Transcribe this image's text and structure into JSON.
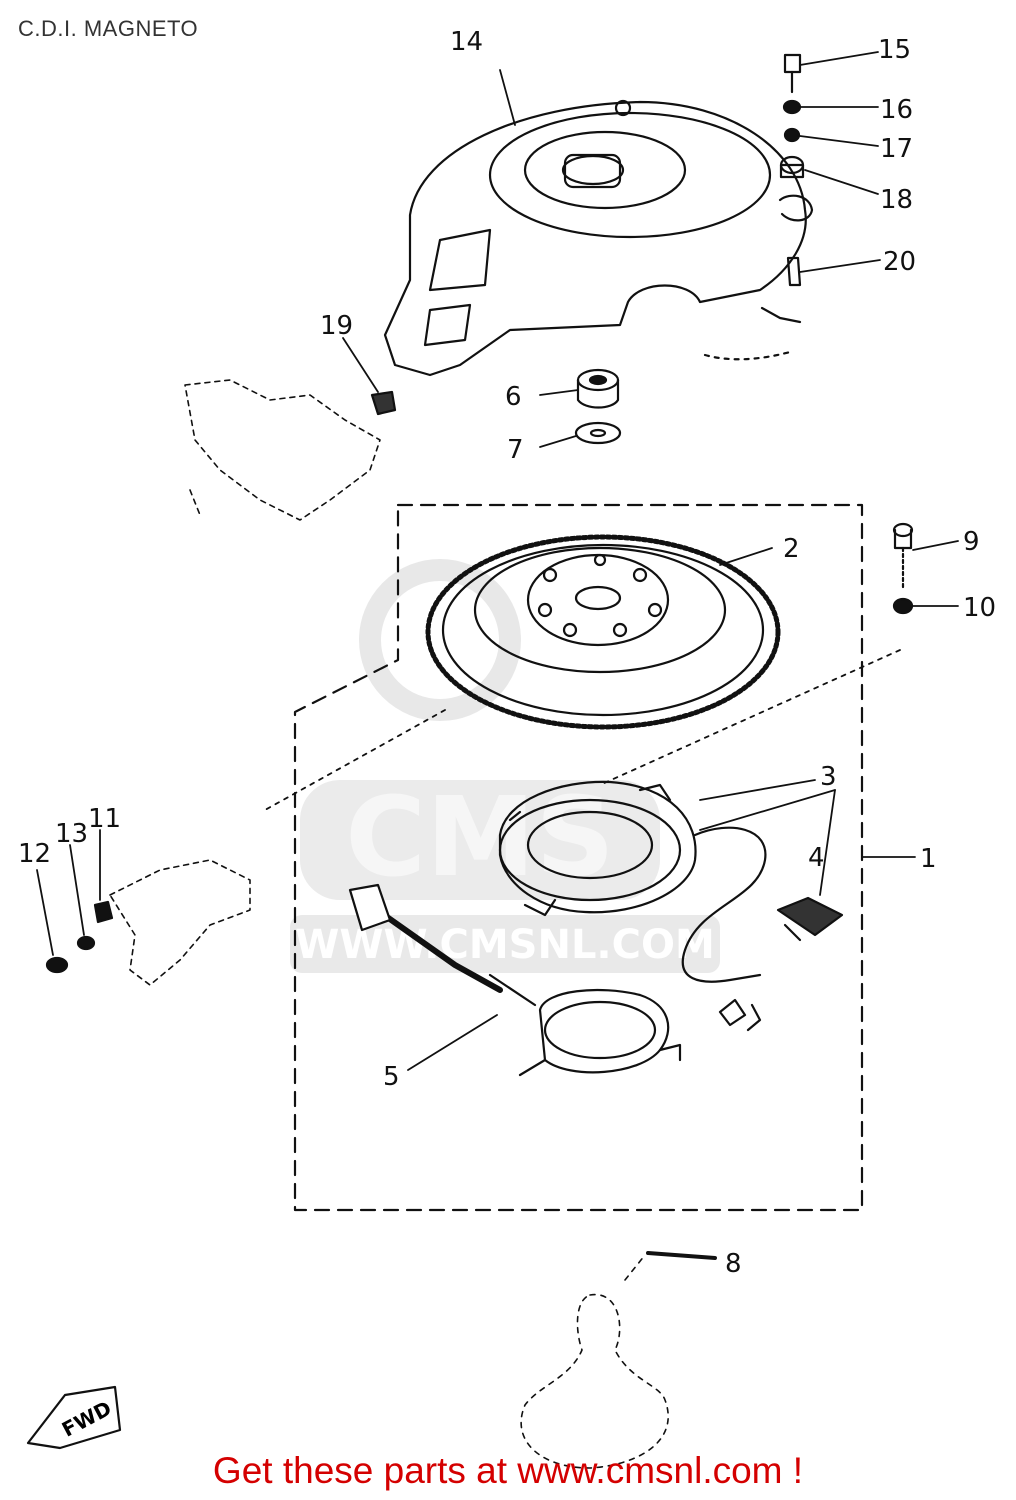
{
  "title": "C.D.I. MAGNETO",
  "footer": "Get these parts at www.cmsnl.com !",
  "watermark": {
    "logo_text": "CMS",
    "url_text": "WWW.CMSNL.COM"
  },
  "fwd_tag": "FWD",
  "colors": {
    "footer": "#d40000",
    "line": "#111111",
    "watermark": "#e6e6e6"
  },
  "parts": [
    {
      "id": "1",
      "label": "1"
    },
    {
      "id": "2",
      "label": "2"
    },
    {
      "id": "3",
      "label": "3"
    },
    {
      "id": "4",
      "label": "4"
    },
    {
      "id": "5",
      "label": "5"
    },
    {
      "id": "6",
      "label": "6"
    },
    {
      "id": "7",
      "label": "7"
    },
    {
      "id": "8",
      "label": "8"
    },
    {
      "id": "9",
      "label": "9"
    },
    {
      "id": "10",
      "label": "10"
    },
    {
      "id": "11",
      "label": "11"
    },
    {
      "id": "12",
      "label": "12"
    },
    {
      "id": "13",
      "label": "13"
    },
    {
      "id": "14",
      "label": "14"
    },
    {
      "id": "15",
      "label": "15"
    },
    {
      "id": "16",
      "label": "16"
    },
    {
      "id": "17",
      "label": "17"
    },
    {
      "id": "18",
      "label": "18"
    },
    {
      "id": "19",
      "label": "19"
    },
    {
      "id": "20",
      "label": "20"
    }
  ]
}
